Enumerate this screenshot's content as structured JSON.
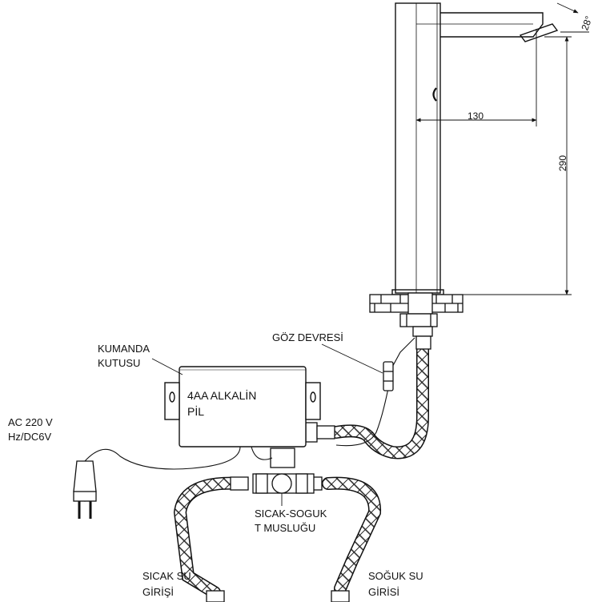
{
  "dimensions": {
    "spout_length": "130",
    "spout_height": "290",
    "spout_angle": "28°"
  },
  "labels": {
    "sensor": "GÖZ DEVRESİ",
    "control_box_line1": "KUMANDA",
    "control_box_line2": "KUTUSU",
    "battery_line1": "4AA ALKALİN",
    "battery_line2": "PİL",
    "power_line1": "AC 220 V",
    "power_line2": "Hz/DC6V",
    "tvalve_line1": "SICAK-SOGUK",
    "tvalve_line2": "T MUSLUĞU",
    "hot_line1": "SICAK SU",
    "hot_line2": "GİRİŞİ",
    "cold_line1": "SOĞUK SU",
    "cold_line2": "GİRİSİ"
  }
}
